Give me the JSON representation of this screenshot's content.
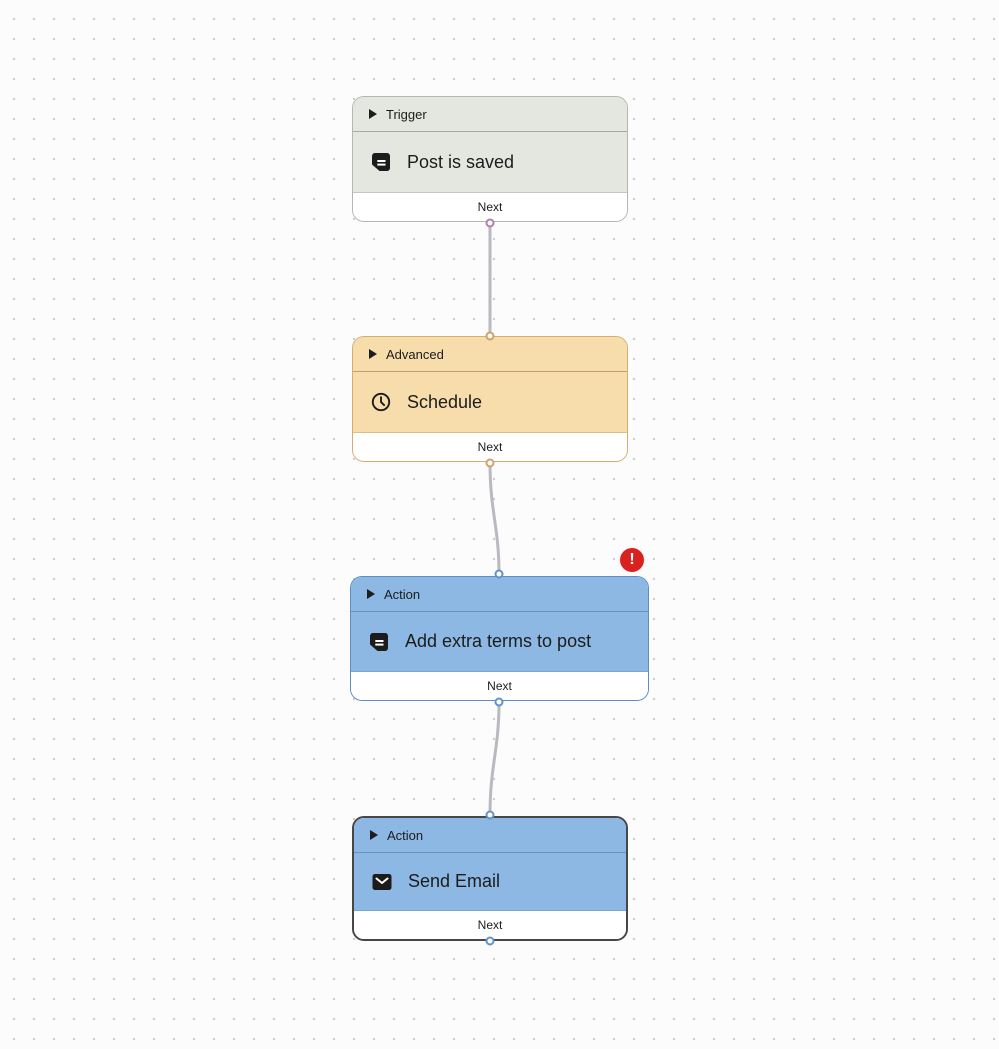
{
  "canvas": {
    "background_color": "#fcfcfc",
    "dot_color": "#cdcdcd",
    "edge_color": "#b9b9c0"
  },
  "nodes": [
    {
      "type_label": "Trigger",
      "title": "Post is saved",
      "icon": "post-icon",
      "footer_label": "Next",
      "has_error": false,
      "selected": false,
      "colors": {
        "background": "#e4e7e0",
        "border": "#b2b7b0",
        "port": "#ac81ab"
      }
    },
    {
      "type_label": "Advanced",
      "title": "Schedule",
      "icon": "clock-icon",
      "footer_label": "Next",
      "has_error": false,
      "selected": false,
      "colors": {
        "background": "#f6ddab",
        "border": "#d5ae6e",
        "port": "#cfa269"
      }
    },
    {
      "type_label": "Action",
      "title": "Add extra terms to post",
      "icon": "post-icon",
      "footer_label": "Next",
      "has_error": true,
      "selected": false,
      "colors": {
        "background": "#8cb8e3",
        "border": "#5b8ec5",
        "port": "#6093c8"
      }
    },
    {
      "type_label": "Action",
      "title": "Send Email",
      "icon": "email-icon",
      "footer_label": "Next",
      "has_error": false,
      "selected": true,
      "colors": {
        "background": "#8cb8e3",
        "border": "#474747",
        "port": "#6093c8"
      }
    }
  ],
  "error_badge": {
    "symbol": "!",
    "color": "#d92220"
  }
}
